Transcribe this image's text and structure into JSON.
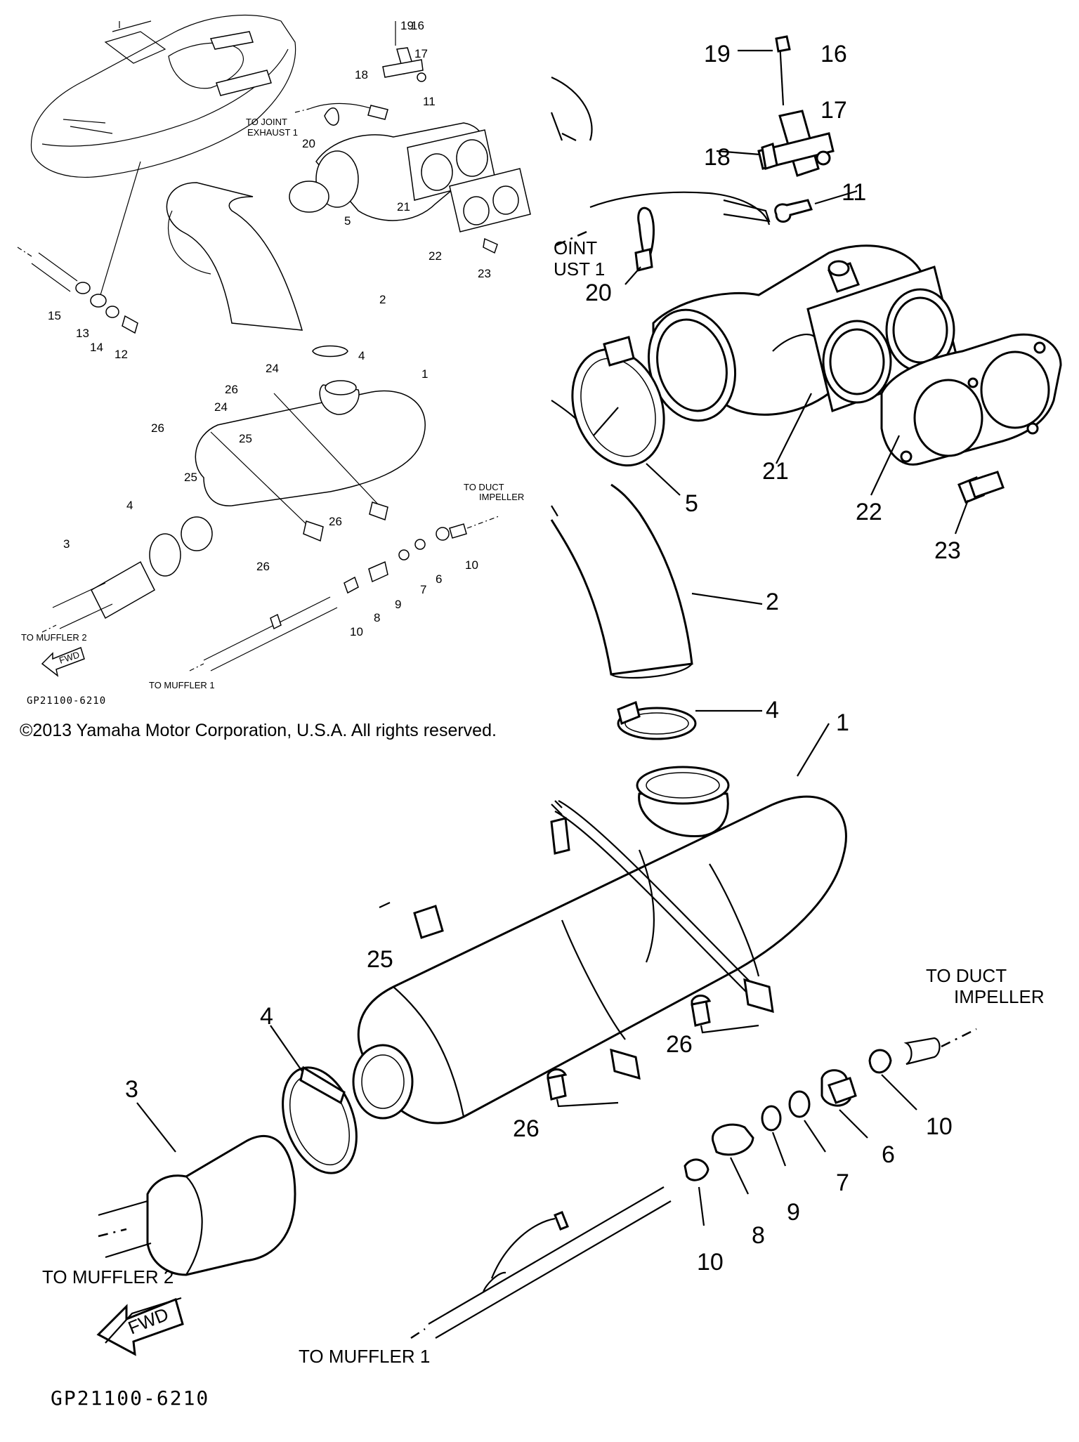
{
  "diagram": {
    "copyright": "©2013 Yamaha Motor Corporation, U.S.A. All rights reserved.",
    "drawing_code": "GP21100-6210",
    "fwd_badge": "FWD",
    "notes": {
      "to_joint_exhaust_line1": "TO JOINT",
      "to_joint_exhaust_line2": "EXHAUST 1",
      "joint_partial": "OINT",
      "exhaust_partial": "UST 1",
      "to_duct_impeller_line1": "TO DUCT",
      "to_duct_impeller_line2": "IMPELLER",
      "to_muffler_2": "TO MUFFLER 2",
      "to_muffler_1": "TO MUFFLER 1"
    },
    "callouts": [
      "1",
      "2",
      "3",
      "4",
      "5",
      "6",
      "7",
      "8",
      "9",
      "10",
      "11",
      "12",
      "13",
      "14",
      "15",
      "16",
      "17",
      "18",
      "19",
      "20",
      "21",
      "22",
      "23",
      "24",
      "25",
      "26"
    ]
  }
}
